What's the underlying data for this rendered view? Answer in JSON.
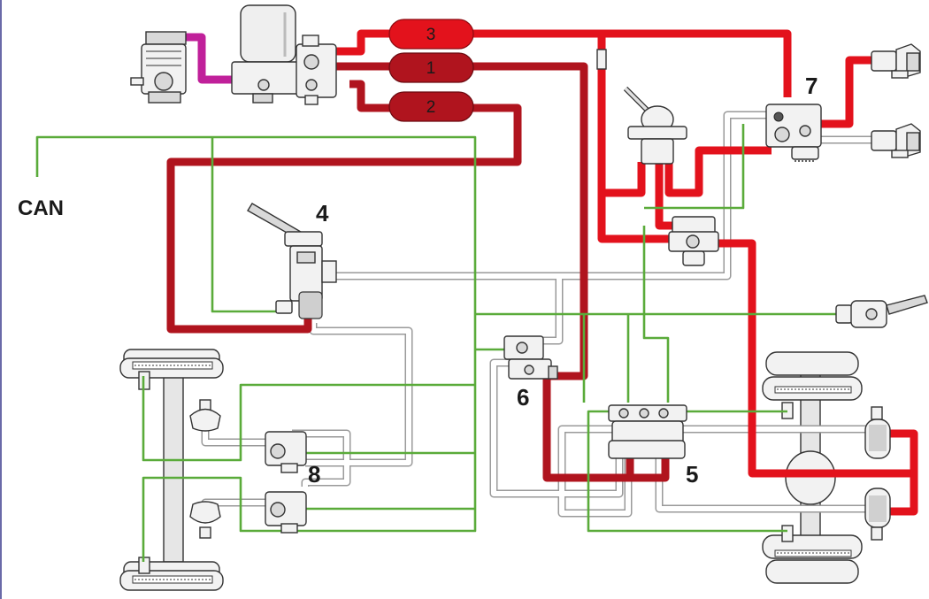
{
  "colors": {
    "circuit_1": "#b0141e",
    "circuit_2": "#b0141e",
    "circuit_3": "#e3121c",
    "compressor_line": "#c0209a",
    "can_bus": "#5aab3a",
    "control_line": "#e8e8e8"
  },
  "labels": {
    "can": "CAN",
    "tank_1": "1",
    "tank_2": "2",
    "tank_3": "3",
    "foot_brake_module": "4",
    "rear_axle_modulator": "5",
    "trailer_control_module": "6",
    "park_brake_module": "7",
    "front_axle_modulator": "8"
  },
  "icons": [
    "compressor-icon",
    "air-dryer-icon",
    "four-circuit-protection-valve-icon",
    "foot-brake-pedal-icon",
    "hand-brake-lever-icon",
    "relay-valve-icon",
    "trailer-coupling-icon",
    "brake-chamber-icon",
    "spring-brake-cylinder-icon",
    "axle-icon",
    "wheel-icon"
  ]
}
